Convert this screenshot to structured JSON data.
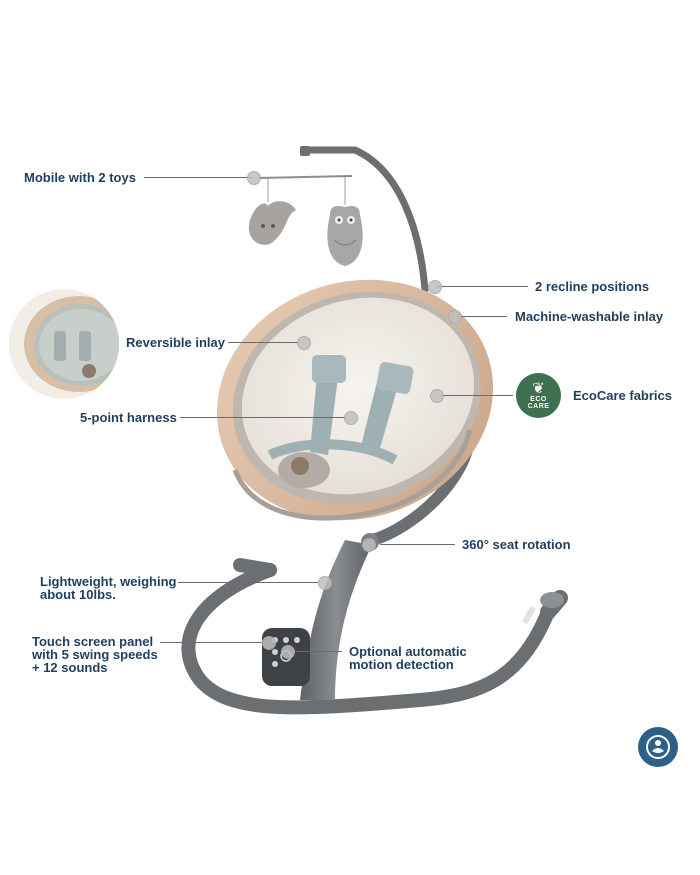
{
  "colors": {
    "label_text": "#1f3f5e",
    "eco_badge": "#3f7150",
    "brand_badge": "#2e5f86",
    "frame_grey": "#6c6f72",
    "seat_rim": "#d7b9a0",
    "seat_fabric": "#ece8e1"
  },
  "features": {
    "mobile": "Mobile with 2 toys",
    "recline": "2 recline positions",
    "washable": "Machine-washable inlay",
    "reversible": "Reversible inlay",
    "eco_fabrics": "EcoCare fabrics",
    "harness": "5-point harness",
    "rotation": "360° seat rotation",
    "lightweight": "Lightweight, weighing about 10lbs.",
    "touch_panel": "Touch screen panel with 5 swing speeds + 12 sounds",
    "motion": "Optional automatic motion detection"
  },
  "badges": {
    "eco_top": "ECO",
    "eco_bottom": "CARE",
    "eco_icon": "leaf-icon",
    "brand_icon": "baby-icon"
  }
}
